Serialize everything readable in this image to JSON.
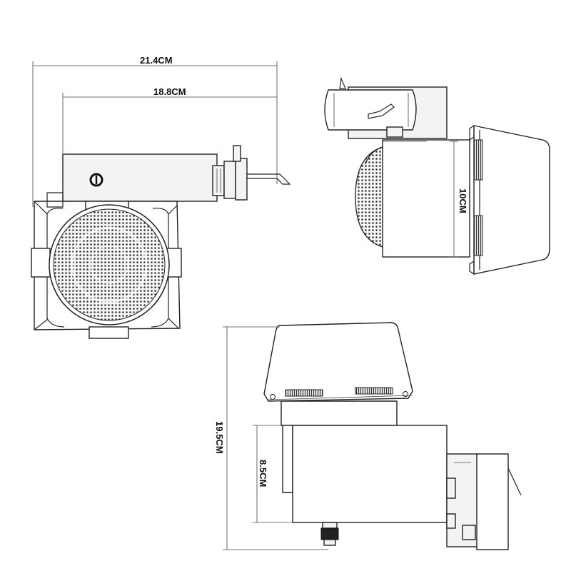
{
  "dimensions": {
    "width_total": "21.4CM",
    "width_body": "18.8CM",
    "depth": "10CM",
    "height_total": "19.5CM",
    "height_body": "8.5CM"
  },
  "colors": {
    "line": "#222222",
    "fill": "#f3f3f3",
    "background": "#ffffff"
  }
}
